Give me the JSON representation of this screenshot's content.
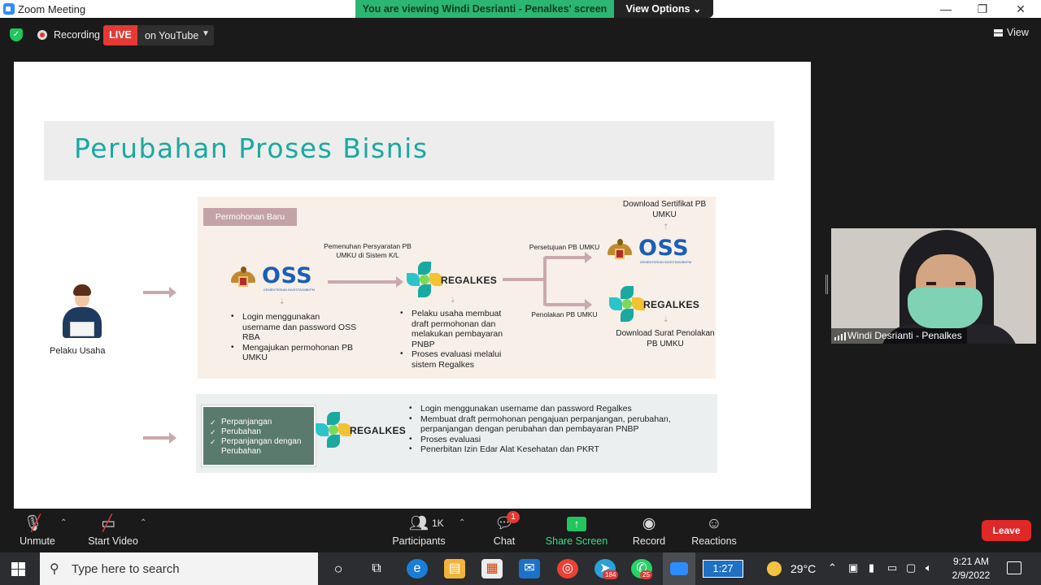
{
  "window": {
    "title": "Zoom Meeting",
    "minimize": "—",
    "restore": "❐",
    "close": "✕"
  },
  "banner": {
    "viewing": "You are viewing Windi Desrianti - Penalkes' screen",
    "view_options": "View Options ⌄"
  },
  "topstrip": {
    "recording": "Recording",
    "live": "LIVE",
    "on_youtube": "on YouTube",
    "view": "View"
  },
  "slide": {
    "title": "Perubahan Proses Bisnis",
    "actor": "Pelaku Usaha",
    "new_badge": "Permohonan Baru",
    "requirements_label": "Pemenuhan Persyaratan PB UMKU di Sistem K/L",
    "approval_label": "Persetujuan PB UMKU",
    "rejection_label": "Penolakan PB UMKU",
    "download_cert": "Download Sertifikat PB UMKU",
    "download_rejection": "Download Surat Penolakan PB UMKU",
    "oss_bullets": [
      "Login menggunakan username dan password OSS RBA",
      "Mengajukan permohonan PB UMKU"
    ],
    "regalkes_bullets": [
      "Pelaku usaha membuat draft permohonan dan melakukan pembayaran PNBP",
      "Proses evaluasi melalui sistem Regalkes"
    ],
    "renewal_checks": [
      "Perpanjangan",
      "Perubahan",
      "Perpanjangan dengan Perubahan"
    ],
    "renewal_bullets": [
      "Login menggunakan username dan password Regalkes",
      "Membuat draft permohonan pengajuan perpanjangan, perubahan, perpanjangan dengan perubahan dan pembayaran PNBP",
      "Proses evaluasi",
      "Penerbitan Izin Edar Alat Kesehatan dan PKRT"
    ],
    "logos": {
      "oss": "OSS",
      "oss_sub": "KEMENTERIAN INVESTASI/BKPM",
      "regalkes": "REGALKES"
    }
  },
  "video": {
    "name": "Windi Desrianti - Penalkes"
  },
  "toolbar": {
    "unmute": "Unmute",
    "start_video": "Start Video",
    "participants": "Participants",
    "participants_count": "1K",
    "chat": "Chat",
    "chat_badge": "1",
    "share_screen": "Share Screen",
    "record": "Record",
    "reactions": "Reactions",
    "leave": "Leave"
  },
  "taskbar": {
    "search_placeholder": "Type here to search",
    "telegram_badge": "184",
    "whatsapp_badge": "25",
    "timer": "1:27",
    "temperature": "29°C",
    "time": "9:21 AM",
    "date": "2/9/2022"
  },
  "colors": {
    "zoom_blue": "#2d8cff",
    "banner_green": "#2bb673",
    "live_red": "#e53935",
    "slide_teal": "#1aa9a0",
    "leave_red": "#e02828"
  }
}
